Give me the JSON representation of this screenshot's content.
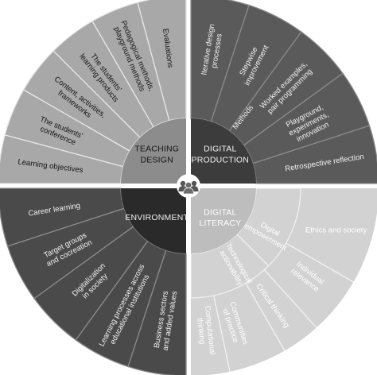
{
  "quadrants": [
    {
      "id": "teaching",
      "center_label": [
        "TEACHING",
        "DESIGN"
      ],
      "colors": {
        "outer": "#a8a8a8",
        "inner": "#8c8c8c",
        "text": "#151515",
        "stroke": "#e6e6e6"
      },
      "slices": [
        [
          "Learning objectives"
        ],
        [
          "The students'",
          "conference"
        ],
        [
          "Content, activities,",
          "frameworks"
        ],
        [
          "The students'",
          "learning products"
        ],
        [
          "Pedagogical methods,",
          "playground methods"
        ],
        [
          "Evaluations"
        ]
      ]
    },
    {
      "id": "production",
      "center_label": [
        "DIGITAL",
        "PRODUCTION"
      ],
      "colors": {
        "outer": "#5a5a5a",
        "inner": "#3c3c3c",
        "text": "#f2f2f2",
        "stroke": "#8a8a8a"
      },
      "sub_label": "Methods",
      "slices": [
        [
          "Iterative design",
          "processes"
        ],
        [
          "Stepwise",
          "improvement"
        ],
        [
          "Worked examples,",
          "pair programming"
        ],
        [
          "Playground,",
          "experiments,",
          "innovation"
        ],
        [
          "Retrospective reflection"
        ]
      ]
    },
    {
      "id": "environment",
      "center_label": [
        "ENVIRONMENT"
      ],
      "colors": {
        "outer": "#4a4a4a",
        "inner": "#2a2a2a",
        "text": "#f2f2f2",
        "stroke": "#8a8a8a"
      },
      "slices": [
        [
          "Career learning"
        ],
        [
          "Target groups",
          "and cocreation"
        ],
        [
          "Digitalization",
          "in society"
        ],
        [
          "Learning processes across",
          "educational institutions"
        ],
        [
          "Business sectors",
          "and added values"
        ]
      ]
    },
    {
      "id": "literacy",
      "center_label": [
        "DIGITAL",
        "LITERACY"
      ],
      "colors": {
        "outer": "#d2d2d2",
        "inner": "#bdbdbd",
        "text": "#ffffff",
        "stroke": "#f2f2f2"
      },
      "slices": [
        [
          "Ethics and society"
        ],
        [
          "Individual",
          "relevance"
        ],
        [
          "Critical thinking"
        ],
        [
          "Communities",
          "of practice"
        ],
        [
          "Computational",
          "thinking"
        ]
      ],
      "inner_slices": [
        [
          "Digital",
          "empowerment"
        ],
        [
          "Technological",
          "actionability"
        ]
      ]
    }
  ],
  "center_icon": "people-group-icon"
}
